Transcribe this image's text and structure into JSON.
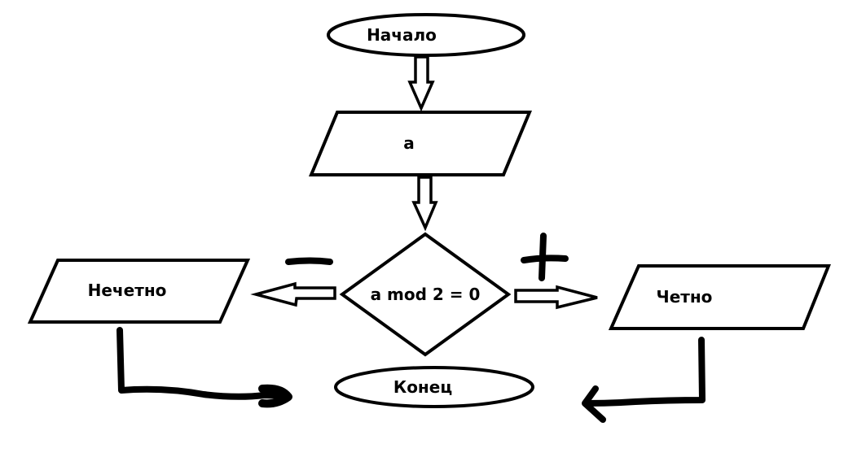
{
  "diagram": {
    "type": "flowchart",
    "background": "#ffffff",
    "stroke_color": "#000000",
    "nodes": {
      "start": {
        "shape": "terminator",
        "label": "Начало"
      },
      "input": {
        "shape": "parallelogram",
        "label": "a"
      },
      "decision": {
        "shape": "diamond",
        "label": "a mod 2 = 0"
      },
      "odd": {
        "shape": "parallelogram",
        "label": "Нечетно"
      },
      "even": {
        "shape": "parallelogram",
        "label": "Четно"
      },
      "end": {
        "shape": "terminator",
        "label": "Конец"
      }
    },
    "branch_labels": {
      "no": "−",
      "yes": "+"
    },
    "edges": [
      {
        "from": "start",
        "to": "input",
        "style": "hollow-arrow"
      },
      {
        "from": "input",
        "to": "decision",
        "style": "hollow-arrow"
      },
      {
        "from": "decision",
        "to": "odd",
        "label": "−",
        "style": "hollow-arrow"
      },
      {
        "from": "decision",
        "to": "even",
        "label": "+",
        "style": "hollow-arrow"
      },
      {
        "from": "odd",
        "to": "end",
        "style": "hand-drawn"
      },
      {
        "from": "even",
        "to": "end",
        "style": "hand-drawn"
      }
    ]
  }
}
